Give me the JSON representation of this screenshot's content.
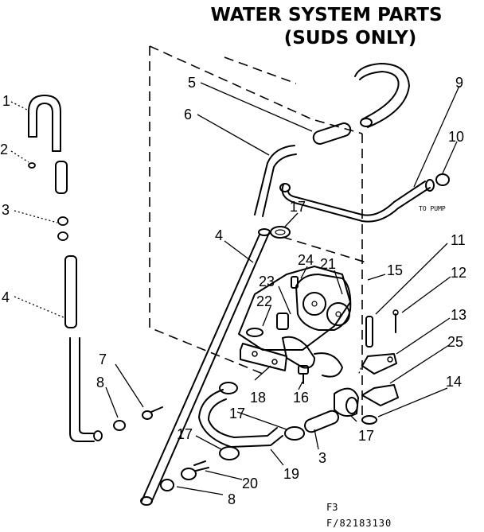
{
  "title": {
    "line1": "WATER SYSTEM PARTS",
    "line2": "(SUDS ONLY)"
  },
  "annotations": {
    "to_pump": "TO PUMP",
    "fig": "F3",
    "part_code": "F/82183130"
  },
  "callouts": [
    {
      "id": "c1",
      "label": "1"
    },
    {
      "id": "c2",
      "label": "2"
    },
    {
      "id": "c3a",
      "label": "3"
    },
    {
      "id": "c4a",
      "label": "4"
    },
    {
      "id": "c5",
      "label": "5"
    },
    {
      "id": "c6",
      "label": "6"
    },
    {
      "id": "c9",
      "label": "9"
    },
    {
      "id": "c10",
      "label": "10"
    },
    {
      "id": "c17a",
      "label": "17"
    },
    {
      "id": "c4b",
      "label": "4"
    },
    {
      "id": "c24",
      "label": "24"
    },
    {
      "id": "c21",
      "label": "21"
    },
    {
      "id": "c15",
      "label": "15"
    },
    {
      "id": "c11",
      "label": "11"
    },
    {
      "id": "c12",
      "label": "12"
    },
    {
      "id": "c23",
      "label": "23"
    },
    {
      "id": "c22",
      "label": "22"
    },
    {
      "id": "c13",
      "label": "13"
    },
    {
      "id": "c25",
      "label": "25"
    },
    {
      "id": "c7",
      "label": "7"
    },
    {
      "id": "c8a",
      "label": "8"
    },
    {
      "id": "c18",
      "label": "18"
    },
    {
      "id": "c16",
      "label": "16"
    },
    {
      "id": "c14",
      "label": "14"
    },
    {
      "id": "c17b",
      "label": "17"
    },
    {
      "id": "c17c",
      "label": "17"
    },
    {
      "id": "c17d",
      "label": "17"
    },
    {
      "id": "c3b",
      "label": "3"
    },
    {
      "id": "c19",
      "label": "19"
    },
    {
      "id": "c20",
      "label": "20"
    },
    {
      "id": "c8b",
      "label": "8"
    }
  ]
}
